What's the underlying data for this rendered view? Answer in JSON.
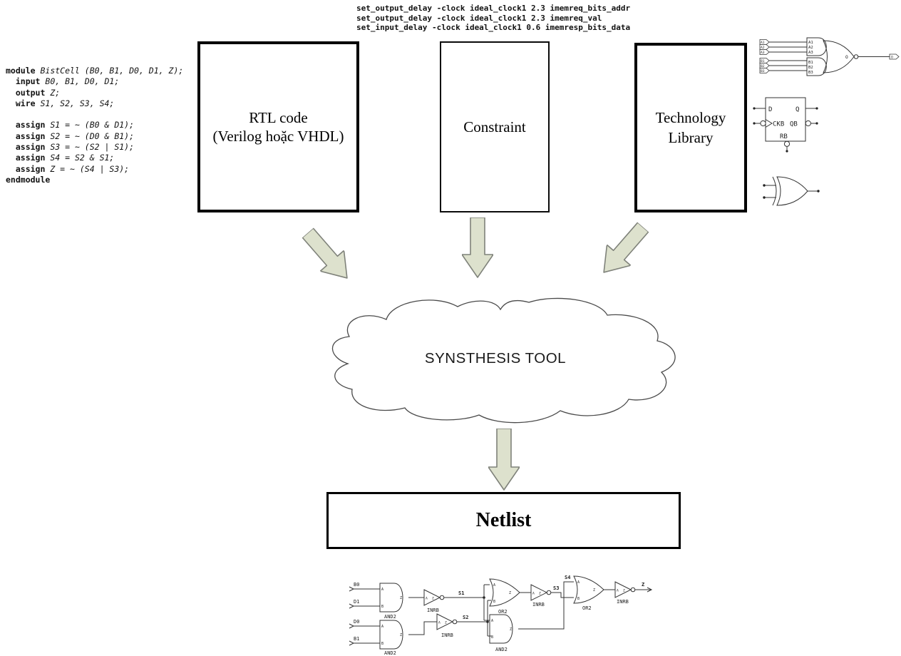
{
  "sdc": {
    "lines": [
      "set_output_delay -clock ideal_clock1 2.3 imemreq_bits_addr",
      "set_output_delay -clock ideal_clock1 2.3 imemreq_val",
      "set_input_delay -clock ideal_clock1 0.6 imemresp_bits_data"
    ]
  },
  "verilog": {
    "keywords": [
      "module",
      "endmodule",
      "input",
      "output",
      "wire",
      "assign"
    ],
    "lines": [
      "module BistCell (B0, B1, D0, D1, Z);",
      "  input B0, B1, D0, D1;",
      "  output Z;",
      "  wire S1, S2, S3, S4;",
      "",
      "  assign S1 = ~ (B0 & D1);",
      "  assign S2 = ~ (D0 & B1);",
      "  assign S3 = ~ (S2 | S1);",
      "  assign S4 = S2 & S1;",
      "  assign Z = ~ (S4 | S3);",
      "endmodule"
    ]
  },
  "boxes": {
    "rtl": {
      "line1": "RTL code",
      "line2": "(Verilog hoặc VHDL)"
    },
    "constraint": {
      "label": "Constraint"
    },
    "tech": {
      "line1": "Technology",
      "line2": "Library"
    },
    "netlist": {
      "label": "Netlist"
    }
  },
  "cloud": {
    "label": "SYNSTHESIS TOOL"
  },
  "colors": {
    "arrow_fill": "#dde1cd",
    "arrow_stroke": "#7f827a"
  },
  "tech_symbols": {
    "aoi": {
      "flags": [
        "A1",
        "A2",
        "A3",
        "B1",
        "B2",
        "B3"
      ],
      "pins": [
        "A1",
        "A2",
        "A3",
        "B1",
        "B2",
        "B3"
      ],
      "out_pin": "O",
      "out_flag": "O"
    },
    "dff": {
      "d": "D",
      "q": "Q",
      "ckb": "CKB",
      "qb": "QB",
      "rb": "RB"
    }
  },
  "netlist": {
    "inputs": {
      "in1": "B0",
      "in2": "D1",
      "in3": "D0",
      "in4": "B1"
    },
    "nets": {
      "s1": "S1",
      "s2": "S2",
      "s3": "S3",
      "s4": "S4"
    },
    "out": "Z",
    "gates": {
      "and2": "AND2",
      "inrb": "INRB",
      "or2": "OR2"
    },
    "pins": {
      "a": "A",
      "b": "B",
      "z": "Z"
    }
  }
}
